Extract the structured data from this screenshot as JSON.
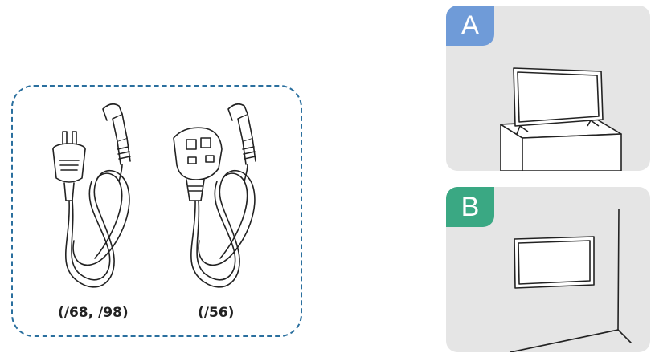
{
  "power_cords": {
    "cord1_label": "(/68, /98)",
    "cord2_label": "(/56)",
    "border_color": "#2a6f9e"
  },
  "installation_options": {
    "a": {
      "badge": "A",
      "color": "#6f9bd8",
      "scene": "tv-on-stand"
    },
    "b": {
      "badge": "B",
      "color": "#3aa883",
      "scene": "tv-wall-mounted"
    }
  }
}
